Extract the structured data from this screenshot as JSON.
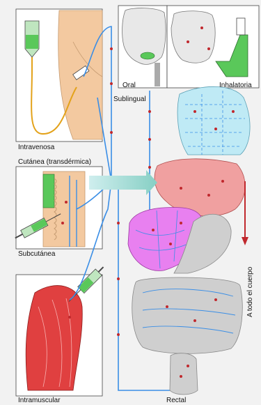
{
  "labels": {
    "intravenosa": "Intravenosa",
    "cutanea": "Cutánea (transdérmica)",
    "subcutanea": "Subcutánea",
    "intramuscular": "Intramuscular",
    "oral": "Oral",
    "sublingual": "Sublingual",
    "inhalatoria": "Inhalatoria",
    "rectal": "Rectal",
    "todo_el_cuerpo": "A todo el cuerpo"
  },
  "colors": {
    "vessel": "#3a8ee6",
    "drug": "#c0282d",
    "drug_green": "#5ac85a",
    "liver": "#e880f0",
    "lung": "#bfeaf5",
    "heart": "#f0a0a0",
    "muscle": "#e04040",
    "skin": "#f3c9a0",
    "organ_gray": "#cfcfcf",
    "arrow_band": "#9fd8d0"
  }
}
